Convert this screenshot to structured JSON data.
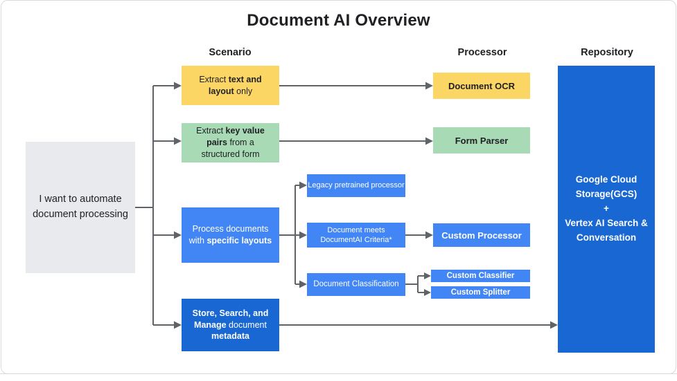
{
  "title": "Document AI Overview",
  "columns": {
    "scenario": "Scenario",
    "processor": "Processor",
    "repository": "Repository"
  },
  "start_node": {
    "text": "I want to automate document processing"
  },
  "scenarios": {
    "extract_text_layout": {
      "seg0": "Extract ",
      "seg1": "text and layout",
      "seg2": " only"
    },
    "extract_key_value": {
      "seg0": "Extract ",
      "seg1": "key value pairs",
      "seg2": " from a structured form"
    },
    "specific_layouts": {
      "seg0": "Process documents with ",
      "seg1": "specific layouts"
    },
    "store_search_manage": {
      "seg0": "Store, Search, and Manage",
      "seg1": " document ",
      "seg2": "metadata"
    }
  },
  "processors": {
    "document_ocr": "Document OCR",
    "form_parser": "Form Parser",
    "legacy_pretrained": "Legacy pretrained processor",
    "documentai_criteria": "Document meets DocumentAI Criteria*",
    "document_classification": "Document Classification",
    "custom_processor": "Custom Processor",
    "custom_classifier": "Custom Classifier",
    "custom_splitter": "Custom Splitter"
  },
  "repository": {
    "line1": "Google Cloud Storage(GCS)",
    "line2": "+",
    "line3": "Vertex AI Search & Conversation"
  },
  "colors": {
    "yellow": "#FCD665",
    "green": "#A8DAB5",
    "blue": "#4285F4",
    "dark_blue": "#1967D2",
    "gray": "#E8EAED",
    "connector": "#5F6368",
    "text_dark": "#202124"
  }
}
